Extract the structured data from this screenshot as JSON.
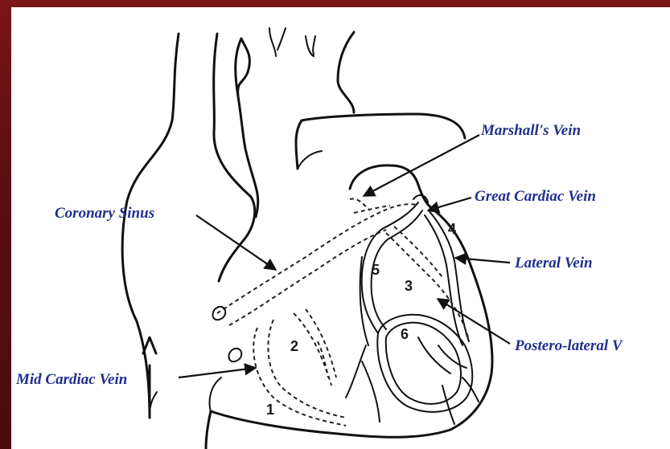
{
  "labels": {
    "marshalls_vein": "Marshall's Vein",
    "great_cardiac_vein": "Great Cardiac Vein",
    "coronary_sinus": "Coronary Sinus",
    "lateral_vein": "Lateral Vein",
    "postero_lateral_vein": "Postero-lateral V",
    "mid_cardiac_vein": "Mid Cardiac Vein"
  },
  "regions": [
    "1",
    "2",
    "3",
    "4",
    "5",
    "6"
  ],
  "colors": {
    "border": "#5b0f12",
    "label_text": "#1f2f8f",
    "ink": "#111111"
  }
}
